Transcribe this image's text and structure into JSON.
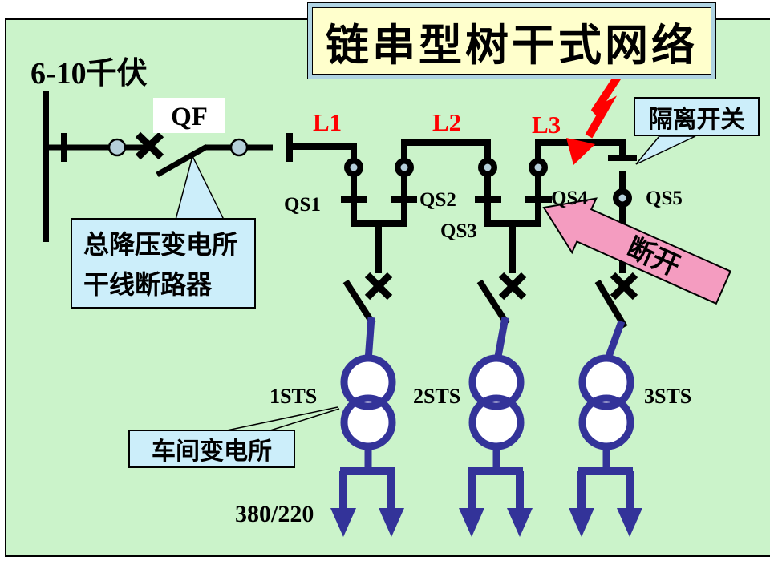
{
  "title": "链串型树干式网络",
  "source": {
    "voltage": "6-10千伏",
    "breaker": "QF"
  },
  "lines": [
    "L1",
    "L2",
    "L3"
  ],
  "switches": [
    "QS1",
    "QS2",
    "QS3",
    "QS4",
    "QS5"
  ],
  "transformers": [
    "1STS",
    "2STS",
    "3STS"
  ],
  "secondary_voltage": "380/220",
  "callouts": {
    "isolator": "隔离开关",
    "main_breaker": [
      "总降压变电所",
      "干线断路器"
    ],
    "workshop": "车间变电所",
    "open_state": "断开"
  },
  "colors": {
    "background": "#CBF3CA",
    "callout_fill": "#CCEEFA",
    "title_fill": "#FFFFCC",
    "title_frame": "#AFD3E2",
    "pink_arrow": "#F49CC0",
    "navy": "#333399",
    "red": "#FF0000",
    "line_black": "#000000",
    "node_fill": "#B5CFDA"
  }
}
